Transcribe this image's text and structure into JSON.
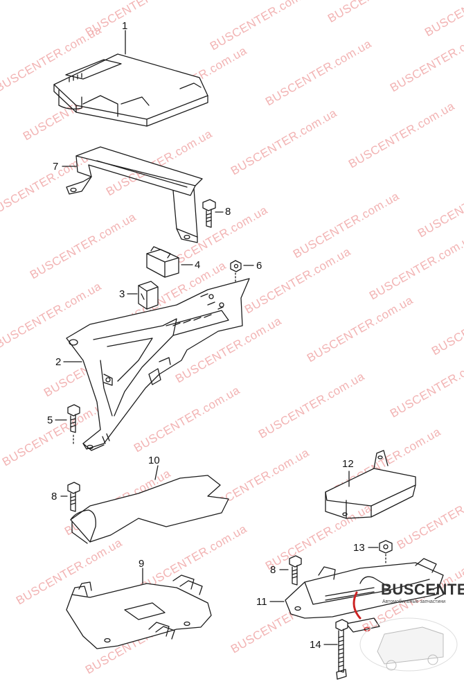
{
  "watermark": "BUSCENTER.com.ua",
  "brand": {
    "name": "BUSCENTER",
    "subtitle": "Автомобильные запчастини"
  },
  "callouts": {
    "part1": "1",
    "part2": "2",
    "part3": "3",
    "part4": "4",
    "part5": "5",
    "part6": "6",
    "part7": "7",
    "part8a": "8",
    "part8b": "8",
    "part8c": "8",
    "part9": "9",
    "part10": "10",
    "part11": "11",
    "part12": "12",
    "part13": "13",
    "part14": "14"
  },
  "colors": {
    "line": "#1a1a1a",
    "watermark": "#f2b3b3",
    "brand_accent": "#cc2222"
  }
}
